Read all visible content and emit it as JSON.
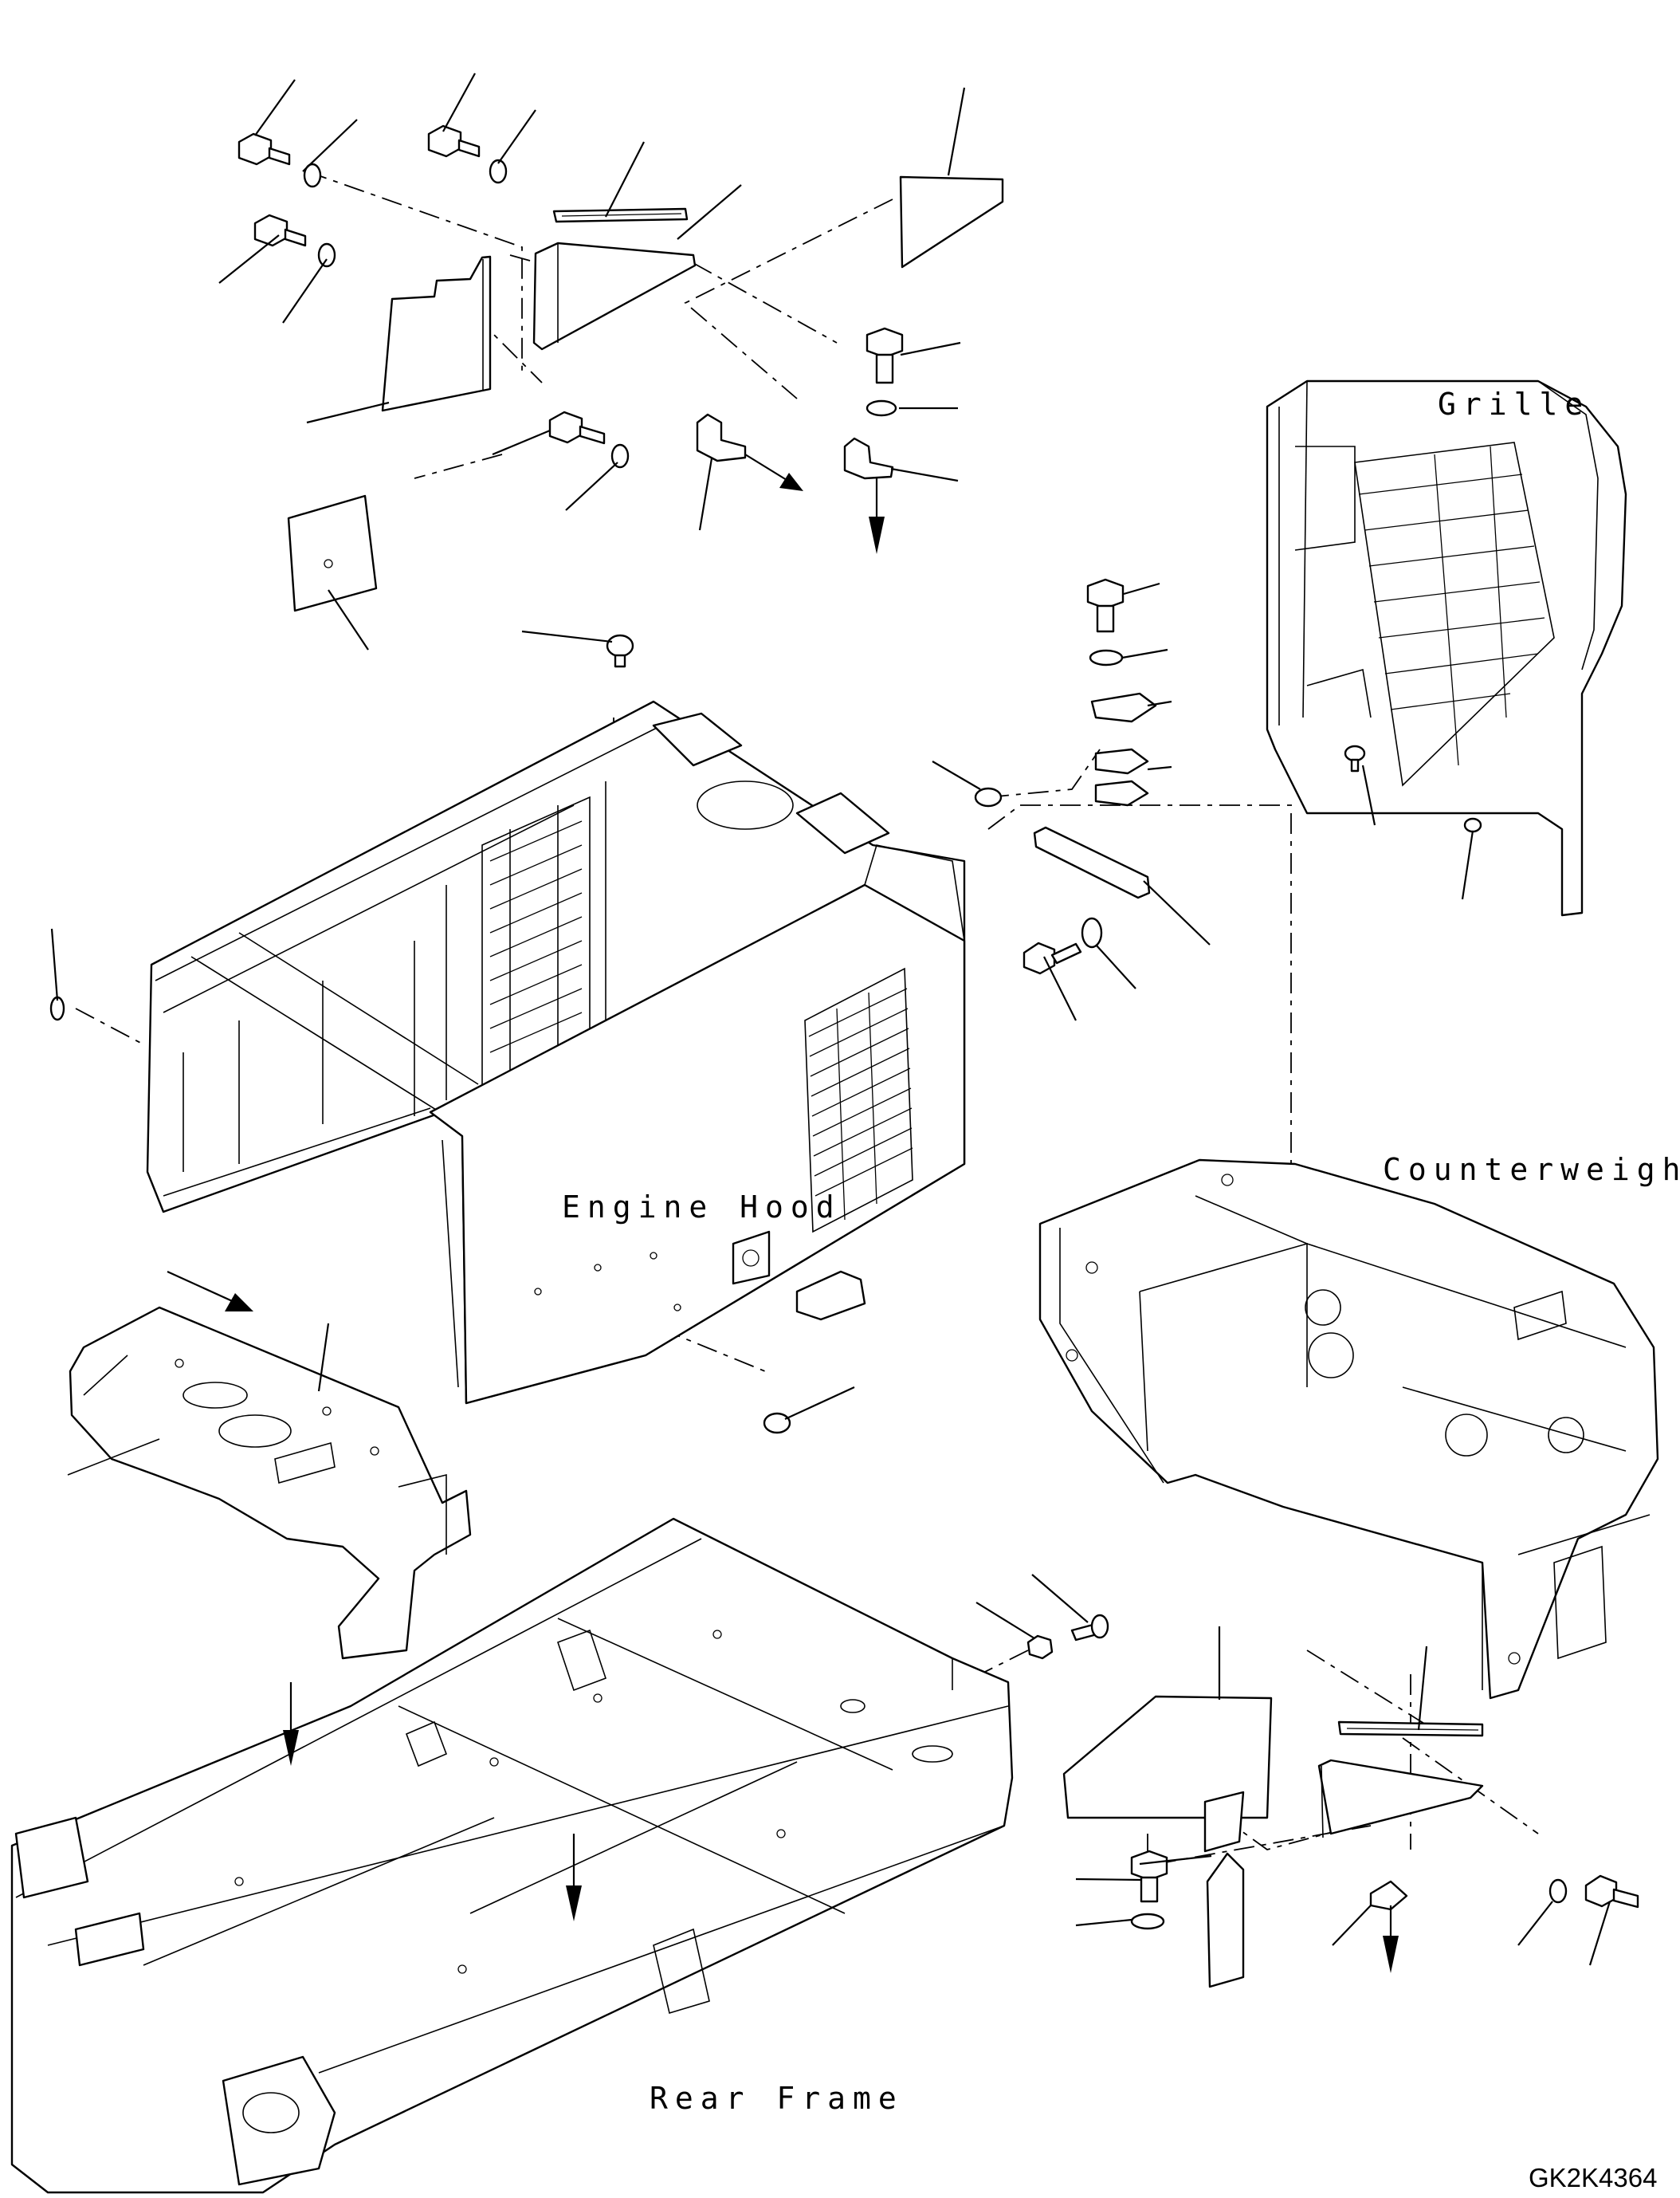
{
  "labels": {
    "grille": "Grille",
    "counterweight": "Counterweight",
    "engine_hood": "Engine Hood",
    "rear_frame": "Rear Frame"
  },
  "drawing_code": "GK2K4364",
  "colors": {
    "line": "#000000",
    "paper": "#ffffff"
  }
}
